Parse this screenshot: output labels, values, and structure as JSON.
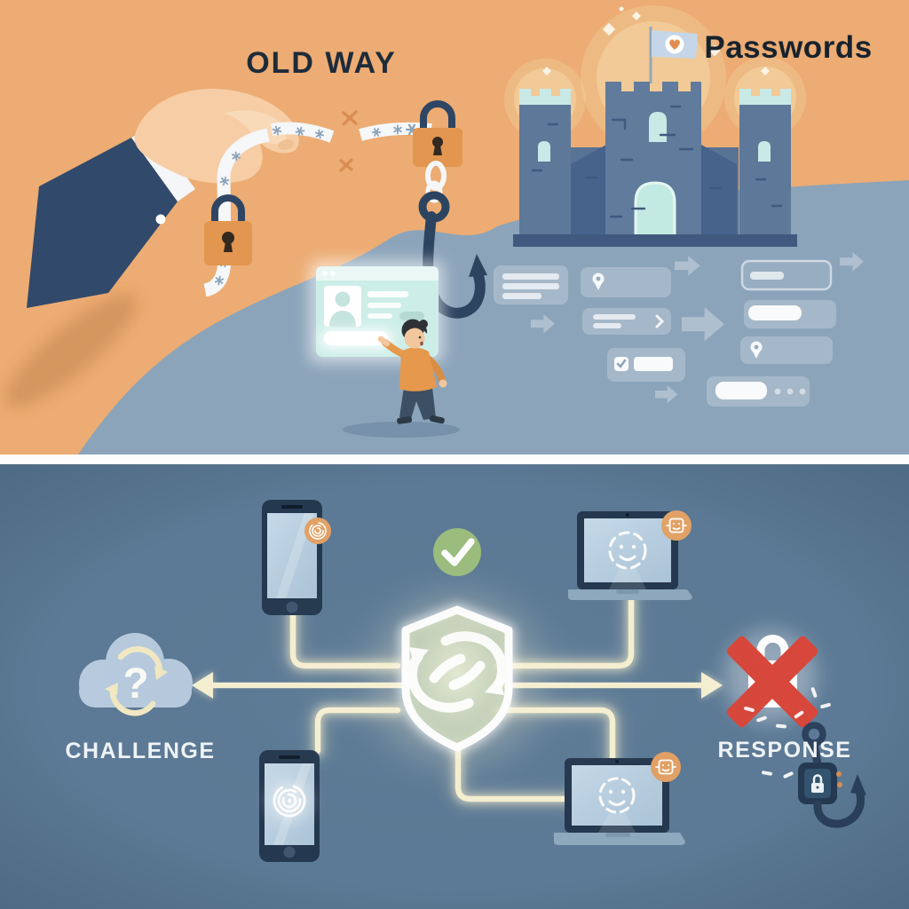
{
  "panels": {
    "top": {
      "title": "OLD WAY",
      "caption": "Passwords"
    },
    "bottom": {
      "left_label": "CHALLENGE",
      "right_label": "RESPONSE",
      "cloud_glyph": "?"
    }
  },
  "colors": {
    "top_background": "#ECAC73",
    "hill_blue": "#8CA4BA",
    "bottom_background": "#5C7A96",
    "navy_ink": "#2E4663",
    "castle_blue": "#5E7899",
    "lock_orange": "#E2964F",
    "badge_orange": "#E3A266",
    "glow_cream": "#F7F0CE",
    "success_green": "#9CBE7E",
    "alert_red": "#D9473B",
    "teal_light": "#C8E9E6",
    "card_teal": "#CDEEE8",
    "text_dark": "#1F2C3B",
    "text_light": "#EFF3F6",
    "divider_white": "#FDFDFD"
  },
  "icons": {
    "padlock-icon": "padlock",
    "broken-ribbon-icon": "torn password strip with asterisks",
    "phishing-hook-icon": "fishing hook",
    "castle-icon": "fortress with flag",
    "flag-heart-icon": "flag with heart badge",
    "login-card-icon": "login window with avatar",
    "user-icon": "person figure",
    "location-pin-icon": "map pin",
    "checkbox-icon": "checked box",
    "arrow-right-icon": "→",
    "chevron-right-icon": "›",
    "shield-sync-icon": "shield with interlocking arrows",
    "check-circle-icon": "✓",
    "cloud-question-icon": "cloud with question mark and cycle arrows",
    "fingerprint-icon": "fingerprint whorl",
    "face-id-icon": "dashed circle face",
    "smartphone-icon": "smartphone",
    "laptop-icon": "laptop",
    "crossed-lock-icon": "padlock with red cross",
    "hook-device-icon": "hook holding locked device"
  }
}
